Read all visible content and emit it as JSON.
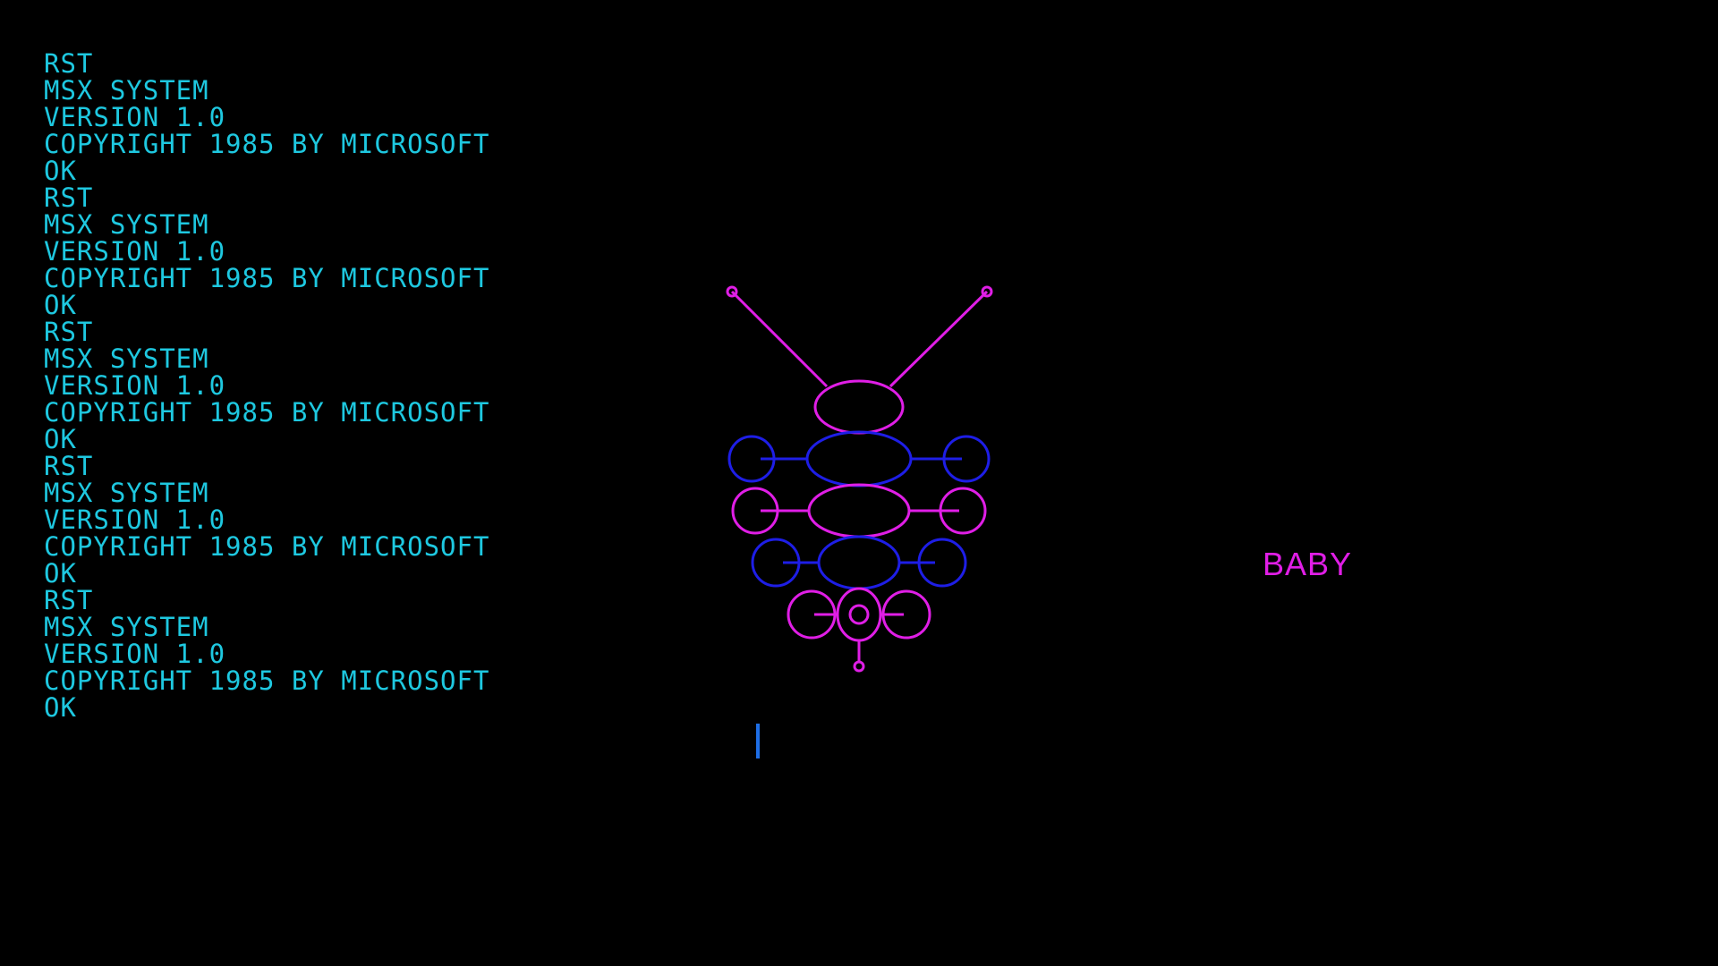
{
  "console": {
    "lines": [
      "RST",
      "MSX SYSTEM",
      "VERSION 1.0",
      "COPYRIGHT 1985 BY MICROSOFT",
      "OK",
      "RST",
      "MSX SYSTEM",
      "VERSION 1.0",
      "COPYRIGHT 1985 BY MICROSOFT",
      "OK",
      "RST",
      "MSX SYSTEM",
      "VERSION 1.0",
      "COPYRIGHT 1985 BY MICROSOFT",
      "OK",
      "RST",
      "MSX SYSTEM",
      "VERSION 1.0",
      "COPYRIGHT 1985 BY MICROSOFT",
      "OK",
      "RST",
      "MSX SYSTEM",
      "VERSION 1.0",
      "COPYRIGHT 1985 BY MICROSOFT",
      "OK"
    ]
  },
  "label": {
    "text": "BABY"
  },
  "colors": {
    "background": "#000000",
    "console_text": "#1ec8e0",
    "magenta": "#e01ee6",
    "blue": "#1e1ee6",
    "cursor": "#1e6ee6"
  },
  "icons": {
    "figure": "insect-figure-icon",
    "cursor": "text-cursor-icon"
  }
}
